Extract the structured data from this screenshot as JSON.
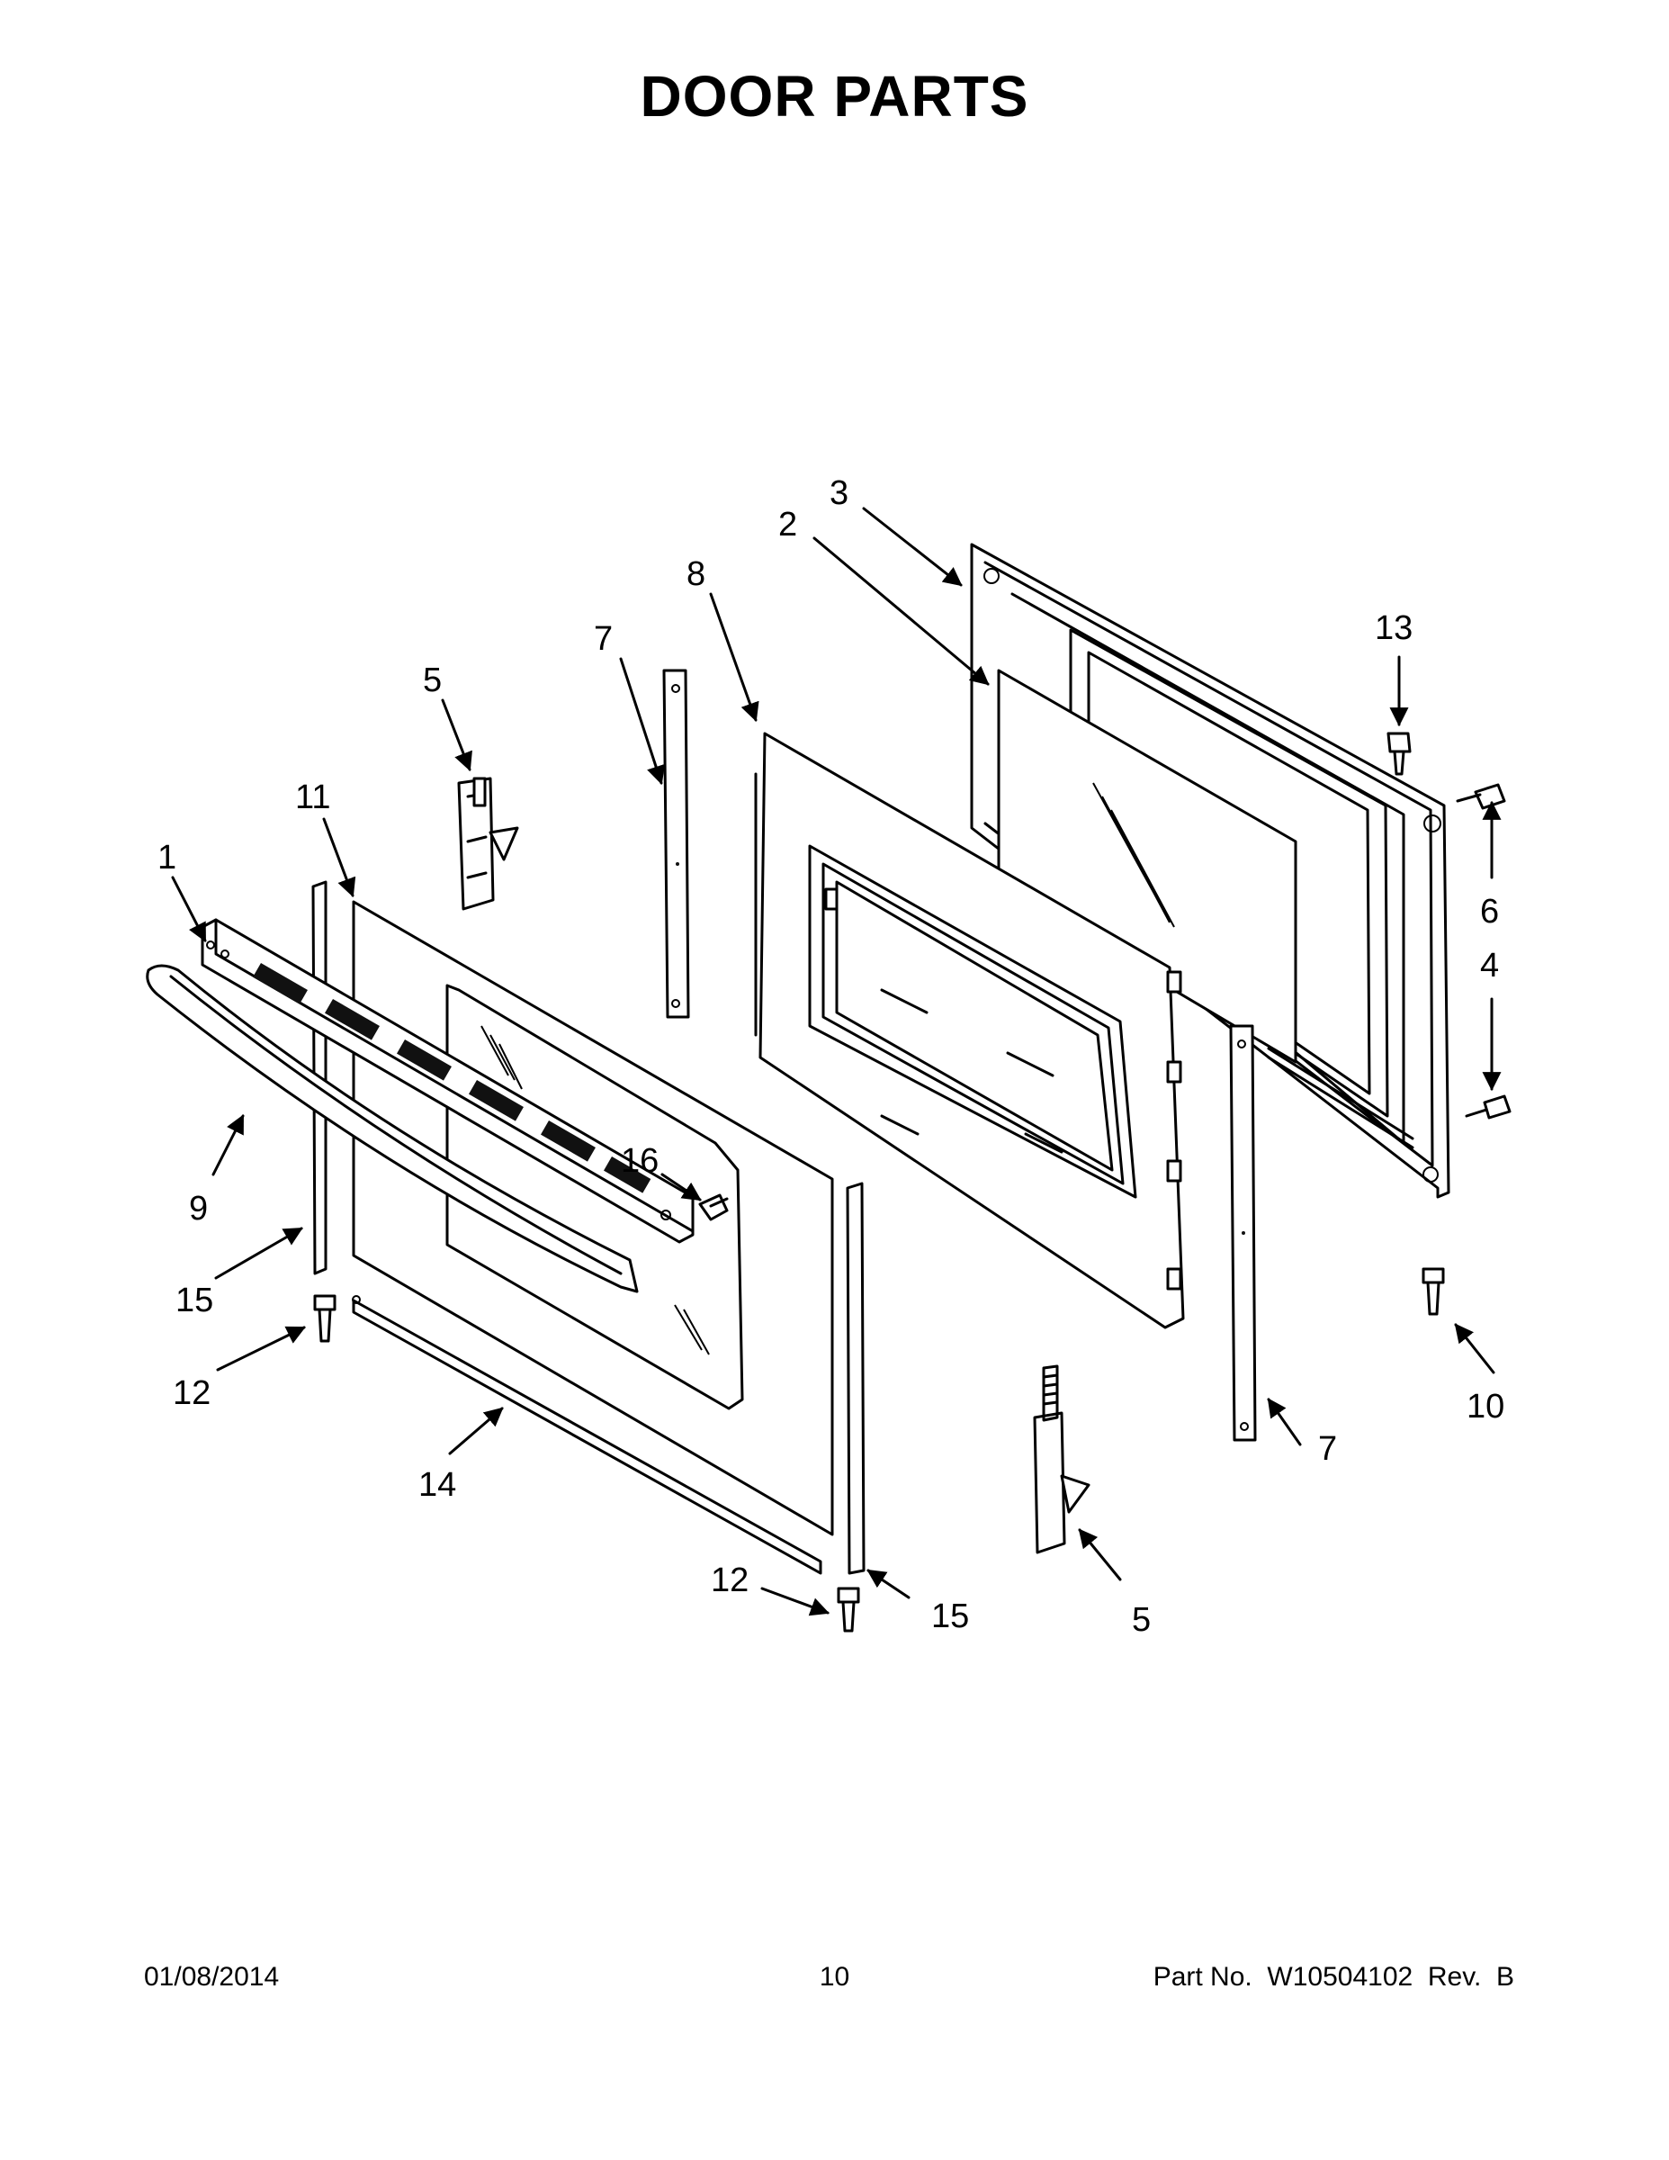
{
  "title": "DOOR PARTS",
  "callouts": {
    "c1": "1",
    "c2": "2",
    "c3": "3",
    "c4": "4",
    "c5a": "5",
    "c5b": "5",
    "c6": "6",
    "c7a": "7",
    "c7b": "7",
    "c8": "8",
    "c9": "9",
    "c10": "10",
    "c11": "11",
    "c12a": "12",
    "c12b": "12",
    "c13": "13",
    "c14": "14",
    "c15a": "15",
    "c15b": "15",
    "c16": "16"
  },
  "footer": {
    "date": "01/08/2014",
    "page": "10",
    "part": "Part No.  W10504102  Rev.  B"
  }
}
